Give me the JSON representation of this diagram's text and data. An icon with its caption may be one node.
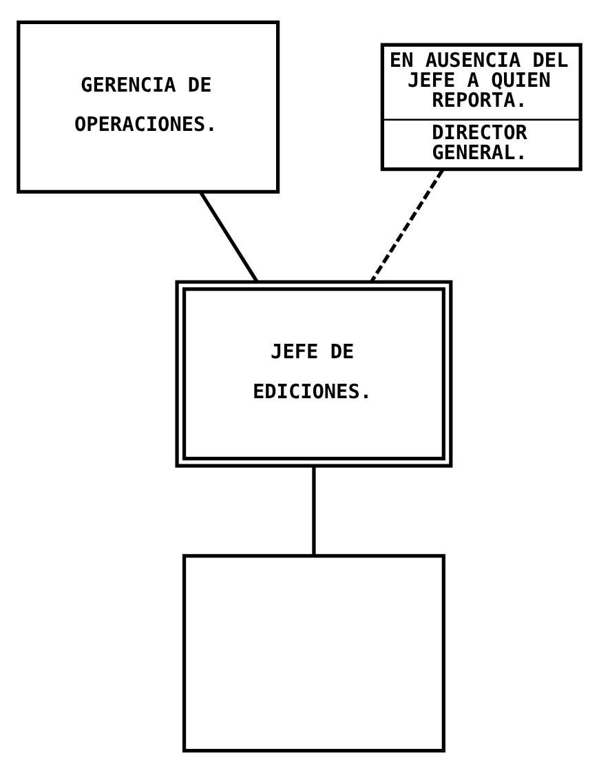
{
  "diagram": {
    "nodes": [
      {
        "text": [
          "GERENCIA DE OPERACIONES."
        ]
      },
      {
        "text": [
          "EN AUSENCIA DEL JEFE A QUIEN REPORTA.",
          "DIRECTOR GENERAL."
        ]
      },
      {
        "text": [
          "JEFE DE EDICIONES."
        ]
      },
      {
        "text": [],
        "shape": "box"
      }
    ],
    "edges": [
      {
        "from": 0,
        "to": 2,
        "arrow": "none"
      },
      {
        "from": 1,
        "to": 2,
        "arrow": "none",
        "style": "dashed"
      },
      {
        "from": 2,
        "to": 3,
        "arrow": "none"
      }
    ]
  }
}
